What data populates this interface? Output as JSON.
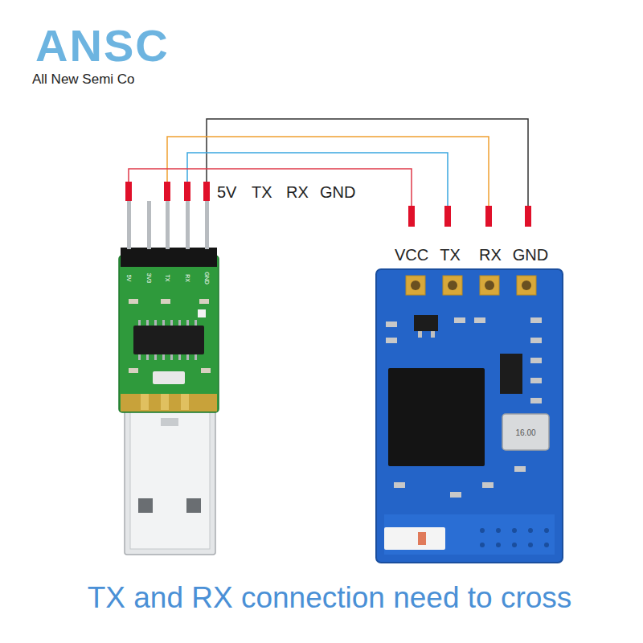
{
  "diagram": {
    "caption": "TX and RX connection need to cross",
    "labels": [
      "ANSC",
      "All New Semi Co",
      "5V",
      "TX",
      "RX",
      "GND",
      "VCC",
      "TX",
      "RX",
      "GND",
      "5V",
      "3V3",
      "TX",
      "RX",
      "GND",
      "16.00"
    ]
  }
}
